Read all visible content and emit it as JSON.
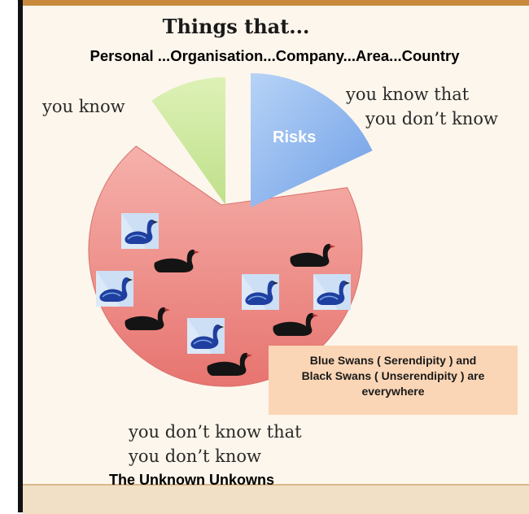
{
  "heading": {
    "title": "Things that...",
    "subtitle": "Personal ...Organisation...Company...Area...Country"
  },
  "segments": {
    "known": {
      "label": "you know"
    },
    "known_unknowns": {
      "line1": "you know that",
      "line2": "you don’t know",
      "tag": "Risks"
    },
    "unknown_unknowns": {
      "line1": "you don’t know that",
      "line2": "you don’t know",
      "name": "The Unknown Unkowns"
    }
  },
  "callout": {
    "line1": "Blue Swans ( Serendipity ) and",
    "line2": "Black Swans ( Unserendipity ) are",
    "line3": "everywhere"
  },
  "colors": {
    "known": "#ccea9c",
    "known_unknowns": "#8fb8ee",
    "unknown_unknowns": "#ee8d8a",
    "callout": "#fbd6b6",
    "frame_accent": "#c98a3e"
  },
  "icons": [
    "blue-swan-icon",
    "black-swan-icon"
  ]
}
